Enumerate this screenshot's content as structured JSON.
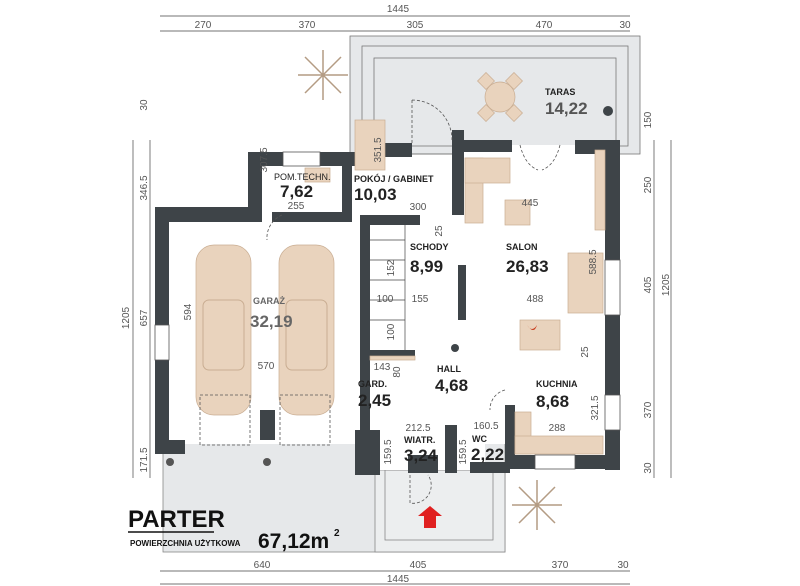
{
  "plan": {
    "title": "PARTER",
    "usable_area_label": "POWIERZCHNIA UŻYTKOWA",
    "usable_area_value": "67,12m",
    "usable_area_unit_sup": "2"
  },
  "rooms": {
    "taras": {
      "name": "TARAS",
      "area": "14,22"
    },
    "pom_techn": {
      "name": "POM.TECHN.",
      "area": "7,62"
    },
    "gabinet": {
      "name": "POKÓJ / GABINET",
      "area": "10,03"
    },
    "schody": {
      "name": "SCHODY",
      "area": "8,99"
    },
    "salon": {
      "name": "SALON",
      "area": "26,83"
    },
    "garaz": {
      "name": "GARAŻ",
      "area": "32,19"
    },
    "hall": {
      "name": "HALL",
      "area": "4,68"
    },
    "gard": {
      "name": "GARD.",
      "area": "2,45"
    },
    "kuchnia": {
      "name": "KUCHNIA",
      "area": "8,68"
    },
    "wiatr": {
      "name": "WIATR.",
      "area": "3,24"
    },
    "wc": {
      "name": "WC",
      "area": "2,22"
    }
  },
  "dimensions": {
    "top_total": "1445",
    "top_segments": [
      "270",
      "370",
      "305",
      "470",
      "30"
    ],
    "bottom_segments": [
      "640",
      "405",
      "370",
      "30"
    ],
    "bottom_total": "1445",
    "left": [
      "30",
      "346.5",
      "1205",
      "657",
      "171.5"
    ],
    "right": [
      "150",
      "250",
      "405",
      "1205",
      "370",
      "30"
    ],
    "interior": [
      "307.5",
      "255",
      "351.5",
      "300",
      "445",
      "588.5",
      "594",
      "100",
      "155",
      "488",
      "100",
      "152",
      "25",
      "570",
      "143",
      "80",
      "212.5",
      "160.5",
      "288",
      "321.5",
      "159.5",
      "159.5",
      "25"
    ]
  },
  "colors": {
    "wall": "#3e4448",
    "furniture": "#e9d3bd",
    "paving": "#e6e8ea",
    "entrance_arrow": "#e02020"
  }
}
